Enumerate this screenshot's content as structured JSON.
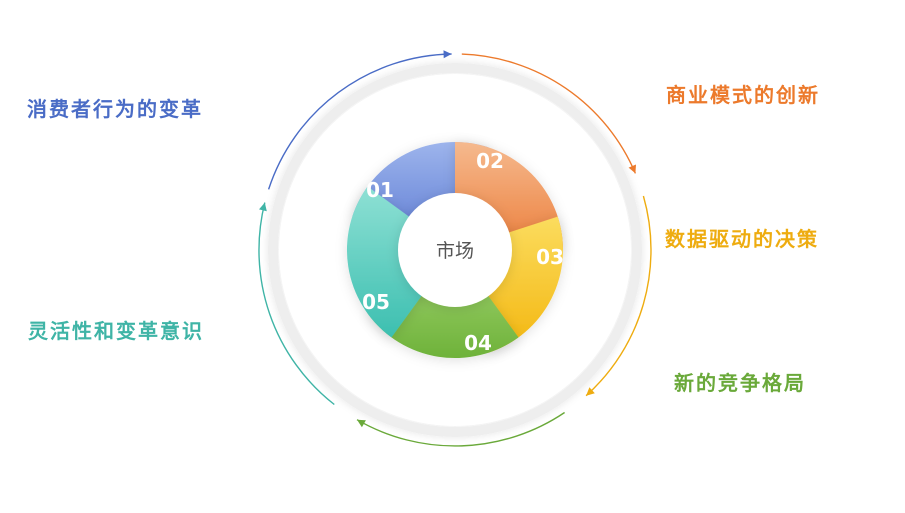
{
  "center": {
    "label": "市场"
  },
  "petals": [
    {
      "number": "01",
      "color_light": "#9db4ec",
      "color_dark": "#5a79d2"
    },
    {
      "number": "02",
      "color_light": "#f5b98e",
      "color_dark": "#ec7f3c"
    },
    {
      "number": "03",
      "color_light": "#fbdc5e",
      "color_dark": "#f3b60f"
    },
    {
      "number": "04",
      "color_light": "#a4d572",
      "color_dark": "#6eb23a"
    },
    {
      "number": "05",
      "color_light": "#8ee0d4",
      "color_dark": "#3cbfb0"
    }
  ],
  "labels": [
    {
      "text": "消费者行为的变革",
      "color": "#4a6cc6"
    },
    {
      "text": "商业模式的创新",
      "color": "#ec7a2c"
    },
    {
      "text": "数据驱动的决策",
      "color": "#eeac10"
    },
    {
      "text": "新的竞争格局",
      "color": "#6aa93a"
    },
    {
      "text": "灵活性和变革意识",
      "color": "#3fb4a6"
    }
  ]
}
